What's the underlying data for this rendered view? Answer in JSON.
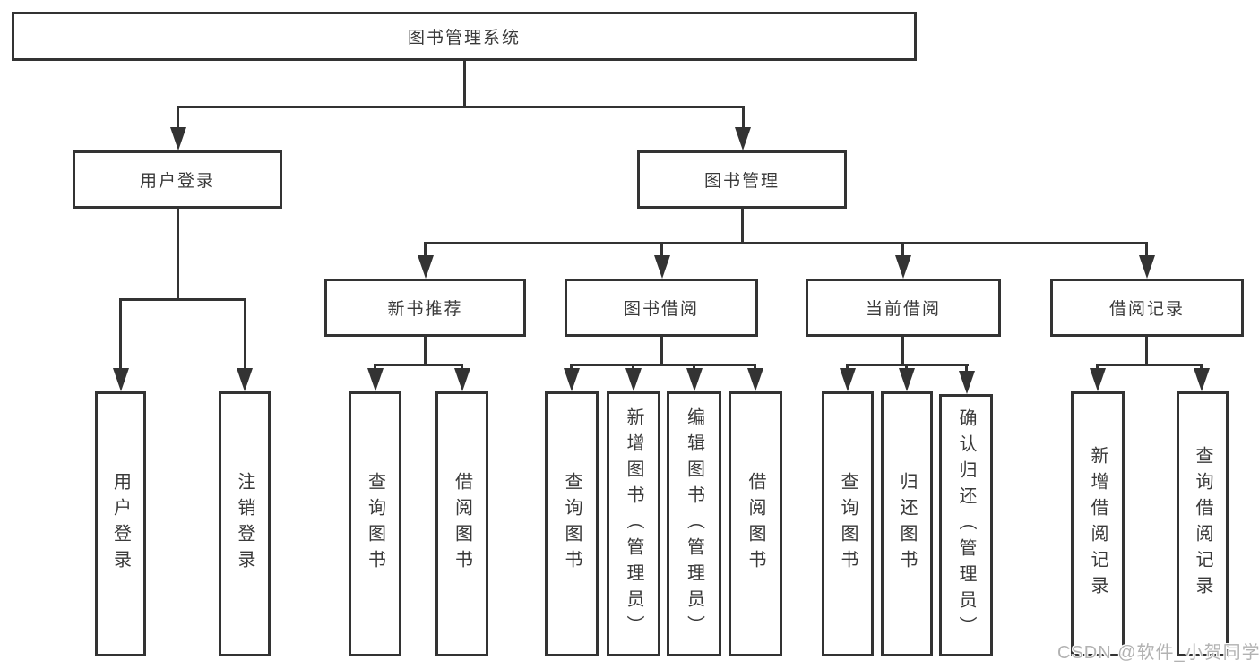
{
  "diagram_title": "图书管理系统",
  "tree": {
    "root": {
      "label": "图书管理系统"
    },
    "branches": [
      {
        "label": "用户登录",
        "children": [
          "用户登录",
          "注销登录"
        ]
      },
      {
        "label": "图书管理",
        "groups": [
          {
            "label": "新书推荐",
            "children": [
              "查询图书",
              "借阅图书"
            ]
          },
          {
            "label": "图书借阅",
            "children": [
              "查询图书",
              "新增图书（管理员）",
              "编辑图书（管理员）",
              "借阅图书"
            ]
          },
          {
            "label": "当前借阅",
            "children": [
              "查询图书",
              "归还图书",
              "确认归还（管理员）"
            ]
          },
          {
            "label": "借阅记录",
            "children": [
              "新增借阅记录",
              "查询借阅记录"
            ]
          }
        ]
      }
    ]
  },
  "watermark": {
    "text": "CSDN @软件_小贺同学"
  },
  "colors": {
    "line": "#333333",
    "text": "#3a3a3a",
    "background": "#ffffff",
    "watermark": "#a5a5a5"
  }
}
